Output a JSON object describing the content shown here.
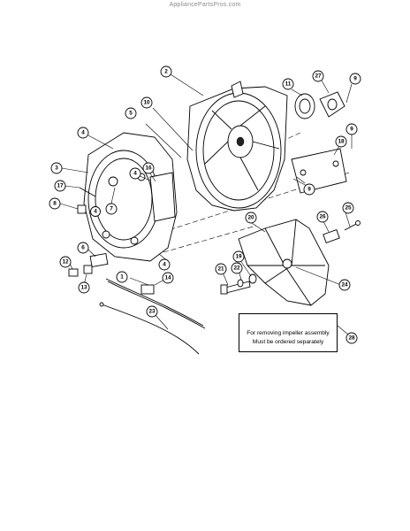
{
  "watermark": "AppliancePartsPros.com",
  "callouts": [
    "1",
    "2",
    "3",
    "4",
    "4",
    "4",
    "4",
    "5",
    "6",
    "7",
    "8",
    "9",
    "9",
    "9",
    "10",
    "11",
    "12",
    "13",
    "14",
    "16",
    "17",
    "18",
    "19",
    "20",
    "21",
    "22",
    "23",
    "24",
    "25",
    "26",
    "27",
    "28"
  ],
  "note": {
    "line1": "For removing impeller assembly",
    "line2": "Must be ordered separately"
  }
}
